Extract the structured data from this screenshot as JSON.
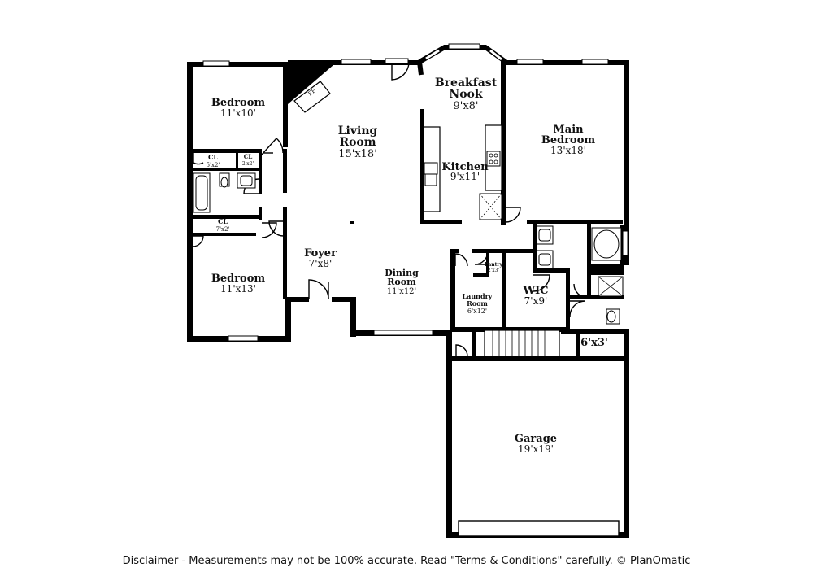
{
  "rooms": {
    "bedroom_nw": {
      "name": "Bedroom",
      "dims": "11'x10'"
    },
    "closet_a": {
      "name": "CL",
      "dims": "5'x2'"
    },
    "closet_b": {
      "name": "CL",
      "dims": "2'x2'"
    },
    "closet_c": {
      "name": "CL",
      "dims": "7'x2'"
    },
    "bedroom_sw": {
      "name": "Bedroom",
      "dims": "11'x13'"
    },
    "fireplace": {
      "name": "FP"
    },
    "living": {
      "name": "Living",
      "name2": "Room",
      "dims": "15'x18'"
    },
    "breakfast": {
      "name": "Breakfast",
      "name2": "Nook",
      "dims": "9'x8'"
    },
    "kitchen": {
      "name": "Kitchen",
      "dims": "9'x11'"
    },
    "main_bedroom": {
      "name": "Main",
      "name2": "Bedroom",
      "dims": "13'x18'"
    },
    "foyer": {
      "name": "Foyer",
      "dims": "7'x8'"
    },
    "dining": {
      "name": "Dining",
      "name2": "Room",
      "dims": "11'x12'"
    },
    "pantry": {
      "name": "Pantry",
      "dims": "2'x3'"
    },
    "laundry": {
      "name": "Laundry",
      "name2": "Room",
      "dims": "6'x12'"
    },
    "wic": {
      "name": "WIC",
      "dims": "7'x9'"
    },
    "storage": {
      "dims": "6'x3'"
    },
    "garage": {
      "name": "Garage",
      "dims": "19'x19'"
    }
  },
  "disclaimer": "Disclaimer - Measurements may not be 100% accurate. Read \"Terms & Conditions\" carefully. © PlanOmatic"
}
